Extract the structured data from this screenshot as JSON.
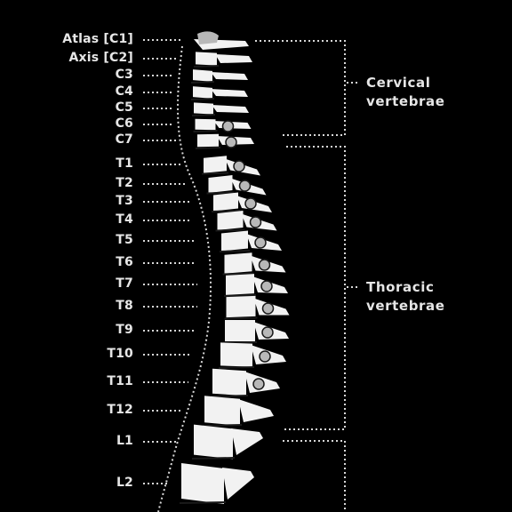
{
  "vertebra_labels": [
    {
      "id": "C1",
      "text": "Atlas [C1]"
    },
    {
      "id": "C2",
      "text": "Axis [C2]"
    },
    {
      "id": "C3",
      "text": "C3"
    },
    {
      "id": "C4",
      "text": "C4"
    },
    {
      "id": "C5",
      "text": "C5"
    },
    {
      "id": "C6",
      "text": "C6"
    },
    {
      "id": "C7",
      "text": "C7"
    },
    {
      "id": "T1",
      "text": "T1"
    },
    {
      "id": "T2",
      "text": "T2"
    },
    {
      "id": "T3",
      "text": "T3"
    },
    {
      "id": "T4",
      "text": "T4"
    },
    {
      "id": "T5",
      "text": "T5"
    },
    {
      "id": "T6",
      "text": "T6"
    },
    {
      "id": "T7",
      "text": "T7"
    },
    {
      "id": "T8",
      "text": "T8"
    },
    {
      "id": "T9",
      "text": "T9"
    },
    {
      "id": "T10",
      "text": "T10"
    },
    {
      "id": "T11",
      "text": "T11"
    },
    {
      "id": "T12",
      "text": "T12"
    },
    {
      "id": "L1",
      "text": "L1"
    },
    {
      "id": "L2",
      "text": "L2"
    }
  ],
  "regions": [
    {
      "id": "cervical",
      "line1": "Cervical",
      "line2": "vertebrae"
    },
    {
      "id": "thoracic",
      "line1": "Thoracic",
      "line2": "vertebrae"
    }
  ],
  "colors": {
    "background": "#000000",
    "bone": "#f2f2f2",
    "bone_shade": "#b8b8b8",
    "disc": "#1a1a1a",
    "text": "#e6e6e6",
    "leader": "#d8d8d8"
  }
}
